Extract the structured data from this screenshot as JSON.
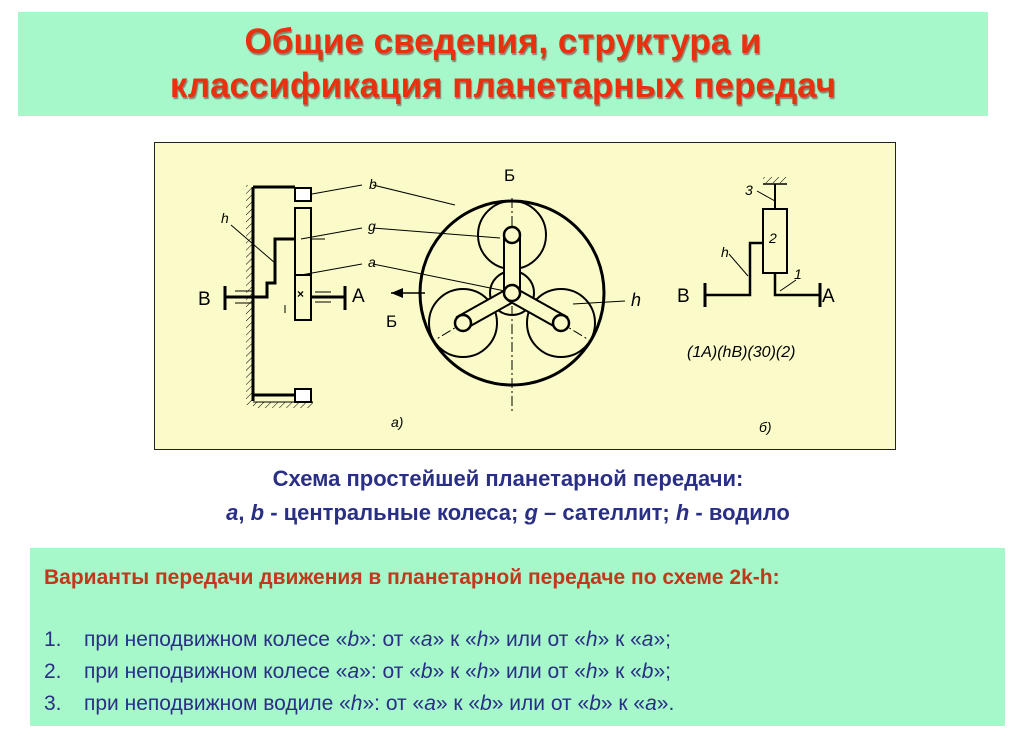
{
  "title": {
    "line1": "Общие сведения, структура и",
    "line2": "классификация планетарных передач"
  },
  "figure": {
    "labels": {
      "b": "b",
      "g": "g",
      "a": "a",
      "h_left": "h",
      "B_left": "B",
      "A_left": "A",
      "cross": "×",
      "B_top": "Б",
      "B_bottom": "Б",
      "h_center": "h",
      "n3": "3",
      "n2": "2",
      "n1": "1",
      "h_right": "h",
      "B_right": "B",
      "A_right": "A",
      "formula": "(1A)(hB)(30)(2)",
      "sub_a": "а)",
      "sub_b": "б)"
    }
  },
  "caption": {
    "line1": "Схема простейшей планетарной передачи:",
    "a": "a",
    "comma": ",",
    "b": "b",
    "central": " - центральные колеса;",
    "g": "g",
    "satellite": " – сателлит;",
    "h": "h",
    "carrier": " - водило"
  },
  "variants": {
    "title": "Варианты передачи движения в планетарной передаче по схеме 2k-h:",
    "items": [
      {
        "num": "1.",
        "p1": "при неподвижном колесе «",
        "w1": "b",
        "p2": "»: от «",
        "w2": "a",
        "p3": "» к «",
        "w3": "h",
        "p4": "» или от «",
        "w4": "h",
        "p5": "» к «",
        "w5": "a",
        "p6": "»;"
      },
      {
        "num": "2.",
        "p1": "при неподвижном колесе «",
        "w1": "a",
        "p2": "»: от «",
        "w2": "b",
        "p3": "» к «",
        "w3": "h",
        "p4": "»  или от «",
        "w4": "h",
        "p5": "» к «",
        "w5": "b",
        "p6": "»;"
      },
      {
        "num": "3.",
        "p1": "при неподвижном водиле «",
        "w1": "h",
        "p2": "»: от «",
        "w2": "a",
        "p3": "» к «",
        "w3": "b",
        "p4": "» или от «",
        "w4": "b",
        "p5": "» к «",
        "w5": "a",
        "p6": "»."
      }
    ]
  }
}
